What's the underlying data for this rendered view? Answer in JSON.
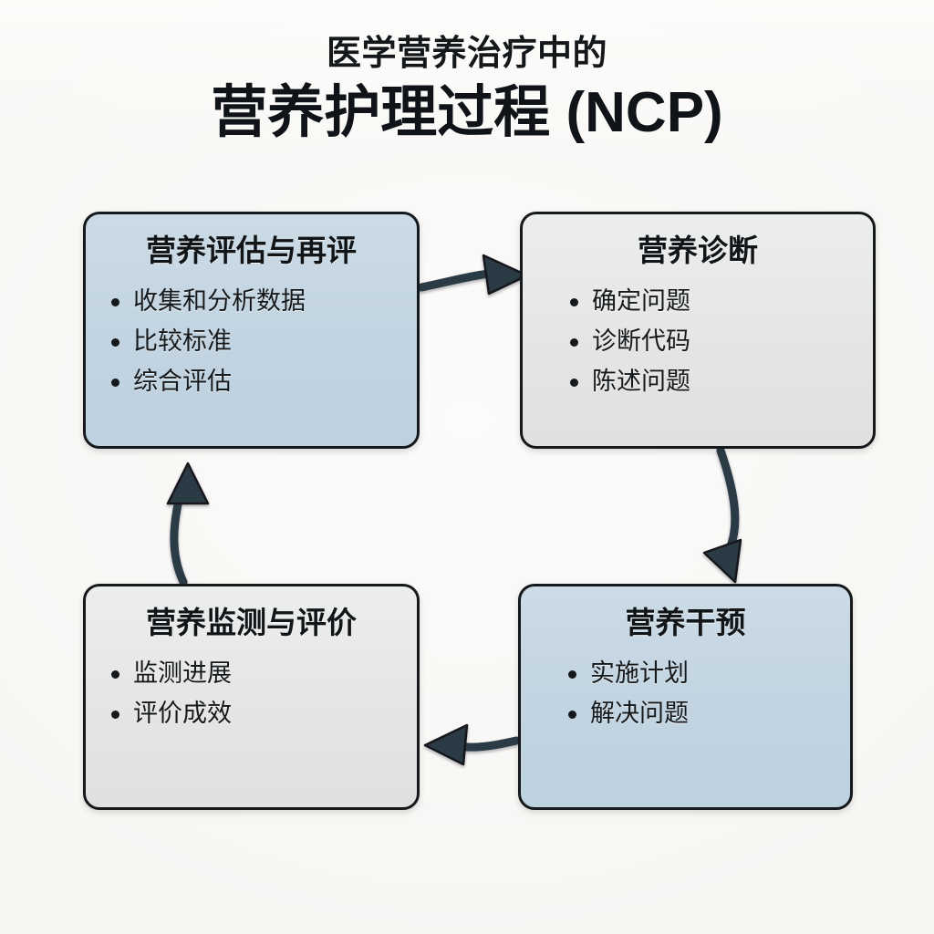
{
  "title": {
    "subtitle": "医学营养治疗中的",
    "main": "营养护理过程 (NCP)"
  },
  "colors": {
    "background": "#f7f6f3",
    "box_blue_fill": "#c5d7e3",
    "box_gray_fill": "#e4e4e4",
    "box_border": "#15191c",
    "arrow": "#2c3a45",
    "text": "#141719"
  },
  "nodes": [
    {
      "id": "assessment",
      "title": "营养评估与再评",
      "fill": "blue",
      "bullets": [
        "收集和分析数据",
        "比较标准",
        "综合评估"
      ]
    },
    {
      "id": "diagnosis",
      "title": "营养诊断",
      "fill": "gray",
      "bullets": [
        "确定问题",
        "诊断代码",
        "陈述问题"
      ]
    },
    {
      "id": "intervention",
      "title": "营养干预",
      "fill": "blue",
      "bullets": [
        "实施计划",
        "解决问题"
      ]
    },
    {
      "id": "monitoring",
      "title": "营养监测与评价",
      "fill": "gray",
      "bullets": [
        "监测进展",
        "评价成效"
      ]
    }
  ],
  "arrows": [
    {
      "id": "assessment-to-diagnosis",
      "direction": "right"
    },
    {
      "id": "diagnosis-to-intervention",
      "direction": "down"
    },
    {
      "id": "intervention-to-monitoring",
      "direction": "left"
    },
    {
      "id": "monitoring-to-assessment",
      "direction": "up"
    }
  ]
}
